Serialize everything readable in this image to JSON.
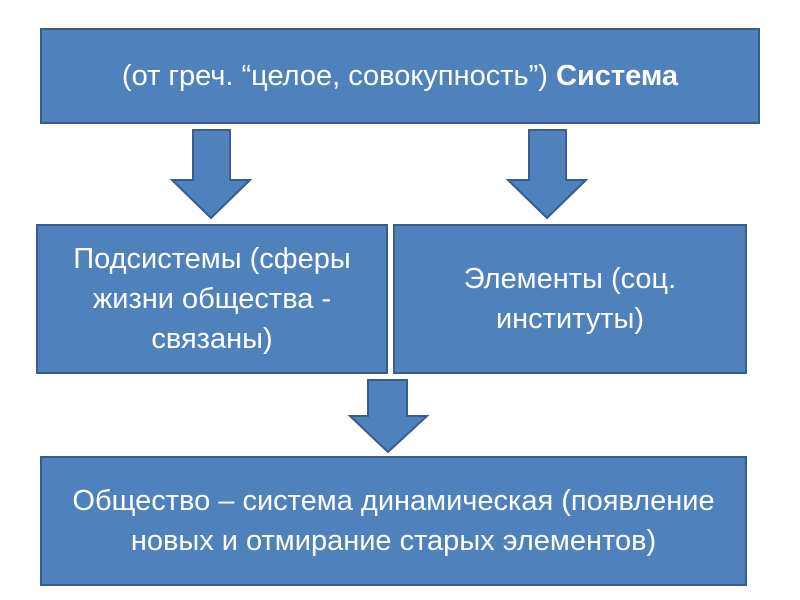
{
  "top": {
    "prefix": "(от греч. “целое, совокупность”) ",
    "bold": "Система"
  },
  "left": {
    "text": "Подсистемы (сферы жизни общества - связаны)"
  },
  "right": {
    "text": "Элементы (соц. институты)"
  },
  "bottom": {
    "text": "Общество – система динамическая (появление новых и отмирание старых элементов)"
  },
  "colors": {
    "fill": "#4F81BD",
    "border": "#385D8A"
  }
}
